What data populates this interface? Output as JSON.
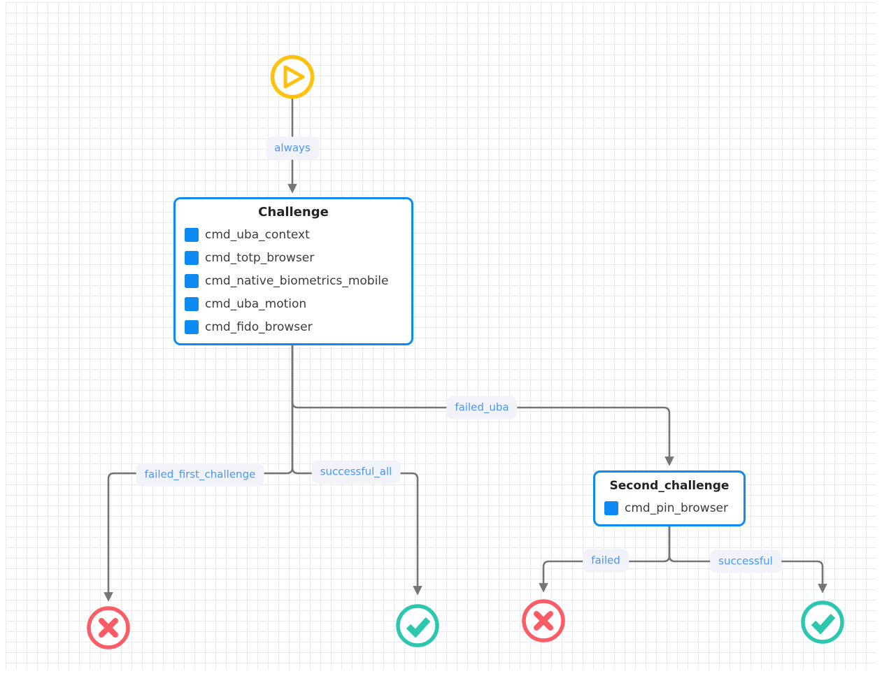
{
  "canvas": {
    "kind": "flow-diagram-grid-canvas"
  },
  "colors": {
    "node_border_blue": "#0d8bf2",
    "command_square_blue": "#0d8bf2",
    "edge_gray": "#757575",
    "label_text_blue": "#4a97f8",
    "label_bg": "#f1f3f8",
    "start_yellow": "#ffc10d",
    "fail_red": "#fc5c65",
    "success_teal": "#2bc7ae",
    "grid_line": "#e9eaee"
  },
  "nodes": {
    "start": {
      "icon": "play-icon"
    },
    "challenge": {
      "title": "Challenge",
      "items": [
        "cmd_uba_context",
        "cmd_totp_browser",
        "cmd_native_biometrics_mobile",
        "cmd_uba_motion",
        "cmd_fido_browser"
      ]
    },
    "second_challenge": {
      "title": "Second_challenge",
      "items": [
        "cmd_pin_browser"
      ]
    },
    "end_failed_first": {
      "icon": "cross-icon"
    },
    "end_success_all": {
      "icon": "check-icon"
    },
    "end_failed_second": {
      "icon": "cross-icon"
    },
    "end_success_second": {
      "icon": "check-icon"
    }
  },
  "edges": {
    "always": {
      "label": "always"
    },
    "failed_uba": {
      "label": "failed_uba"
    },
    "failed_first_challenge": {
      "label": "failed_first_challenge"
    },
    "successful_all": {
      "label": "successful_all"
    },
    "failed": {
      "label": "failed"
    },
    "successful": {
      "label": "successful"
    }
  }
}
